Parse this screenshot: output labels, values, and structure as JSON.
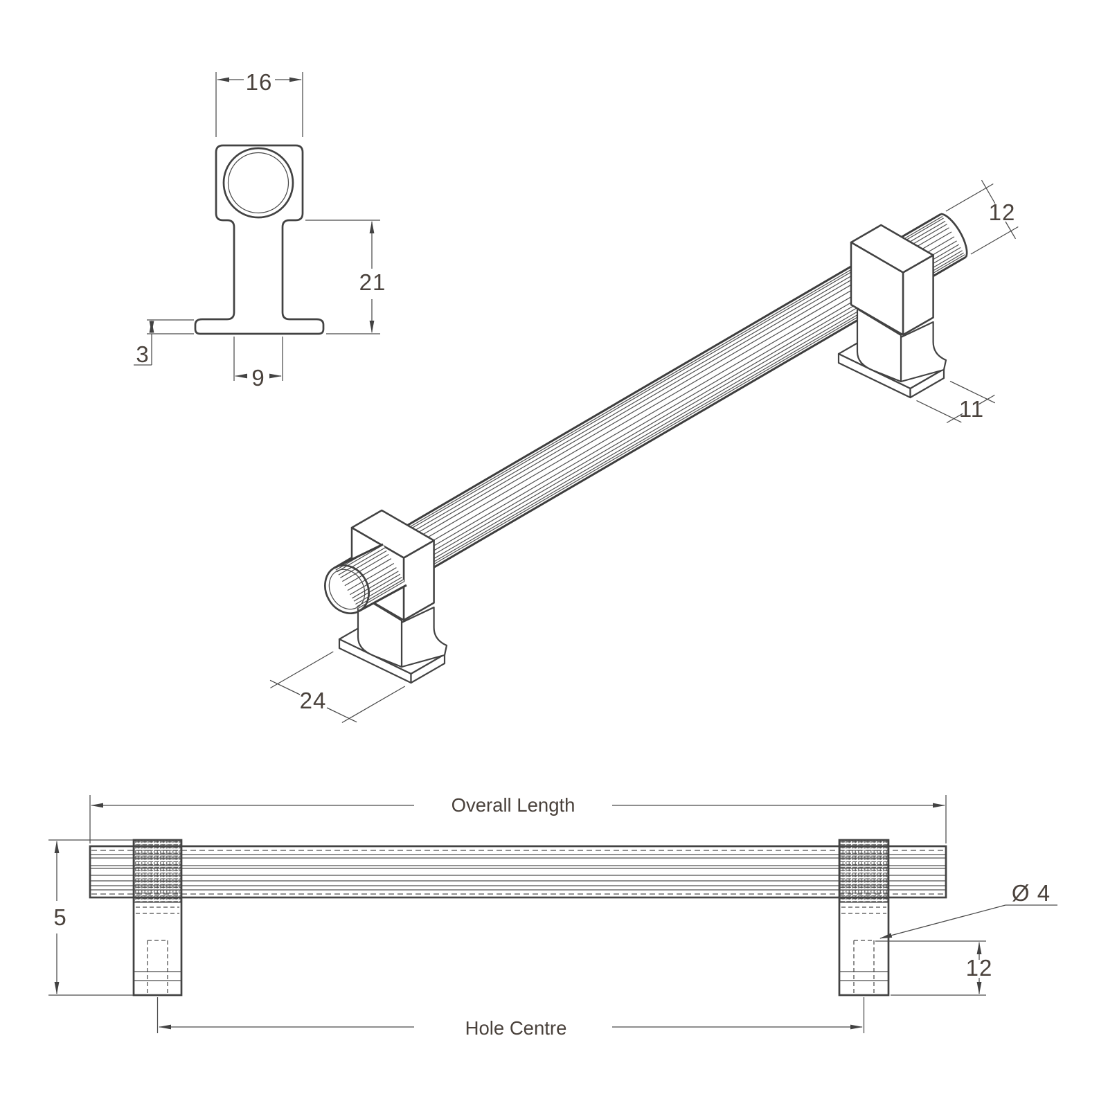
{
  "meta": {
    "background_color": "#ffffff",
    "line_color": "#424242",
    "text_color": "#4a423c",
    "drawing_kind": "cabinet pull handle dimension drawing"
  },
  "end_view": {
    "head_width": "16",
    "overall_height": "21",
    "base_thickness": "3",
    "stem_width": "9"
  },
  "isometric_view": {
    "bar_diameter": "12",
    "foot_width": "11",
    "foot_length": "24"
  },
  "elevation_view": {
    "overall_length_label": "Overall Length",
    "hole_centre_label": "Hole Centre",
    "handle_height": "5",
    "screw_hole_diameter": "Ø 4",
    "screw_hole_depth": "12"
  }
}
